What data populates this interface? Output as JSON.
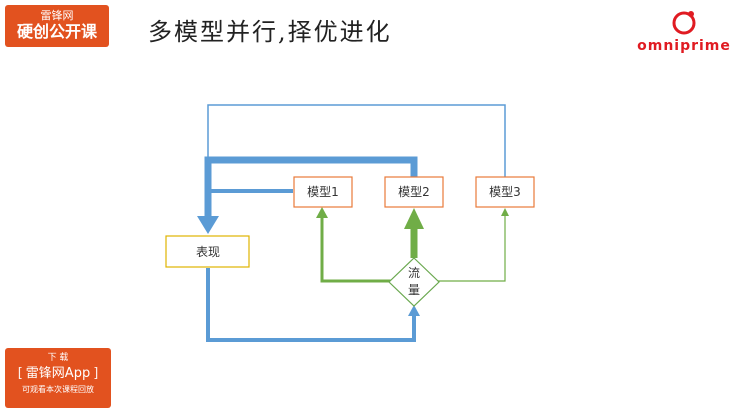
{
  "badge_top": {
    "line1": "雷锋网",
    "line2": "硬创公开课"
  },
  "badge_bottom": {
    "line1": "下 载",
    "bracket_left": "[",
    "app": "雷锋网App",
    "bracket_right": "]",
    "line3": "可观看本次课程回放"
  },
  "slide": {
    "title": "多模型并行,择优进化"
  },
  "logo": {
    "text": "omniprime"
  },
  "diagram": {
    "nodes": {
      "model1": "模型1",
      "model2": "模型2",
      "model3": "模型3",
      "performance": "表现",
      "traffic_line1": "流",
      "traffic_line2": "量"
    }
  },
  "colors": {
    "accent_badge": "#e2521f",
    "logo_red": "#e01b22",
    "model_border": "#e87a3a",
    "performance_border": "#e0b300",
    "traffic_border": "#6aa84f",
    "arrow_blue": "#5b9bd5",
    "arrow_green": "#70ad47"
  }
}
